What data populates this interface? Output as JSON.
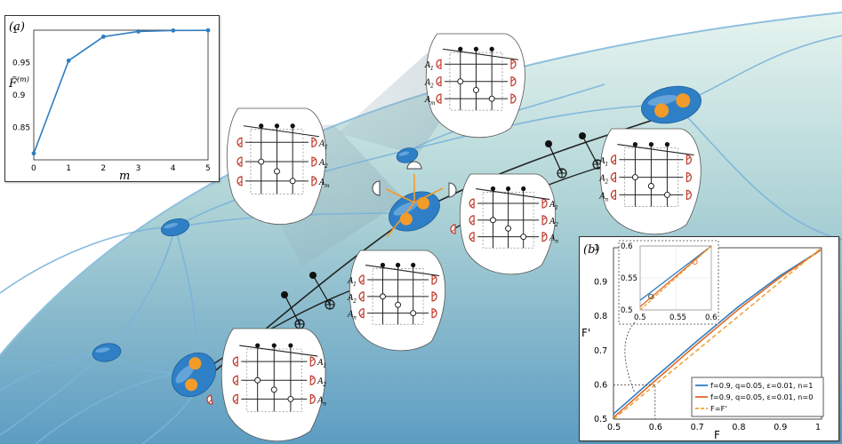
{
  "colors": {
    "sky_top": "#e4f3ee",
    "sky_bottom": "#5f9fc3",
    "node": "#2f7fc6",
    "qubit": "#f29b2a",
    "link": "#7ab3db",
    "channel": "#222222",
    "detector": "#c0392b",
    "series_n1": "#2f7ec0",
    "series_n0": "#e06a2a",
    "series_ref": "#eba43a"
  },
  "circuit_labels": {
    "left_top": [
      "A",
      "A",
      "A"
    ],
    "subs_m": [
      "1",
      "2",
      "m"
    ],
    "subs_n": [
      "1",
      "2",
      "n"
    ]
  },
  "panel_a": {
    "tag": "(a)",
    "ylabel": "F̃",
    "ylabel_sup": "(m)",
    "xlabel": "m"
  },
  "panel_b": {
    "tag": "(b)",
    "xlabel": "F",
    "ylabel": "F'"
  },
  "chart_data": [
    {
      "type": "line",
      "x": [
        0,
        1,
        2,
        3,
        4,
        5
      ],
      "series": [
        {
          "values": [
            0.81,
            0.953,
            0.99,
            0.998,
            0.9995,
            0.9998
          ]
        }
      ],
      "xlim": [
        0,
        5
      ],
      "ylim": [
        0.8,
        1.0
      ],
      "xticks": [
        "0",
        "1",
        "2",
        "3",
        "4",
        "5"
      ],
      "yticks": [
        "0.85",
        "0.9",
        "0.95",
        "1"
      ],
      "grid": true
    },
    {
      "type": "line",
      "xlim": [
        0.5,
        1.0
      ],
      "ylim": [
        0.5,
        1.0
      ],
      "xticks": [
        "0.5",
        "0.6",
        "0.7",
        "0.8",
        "0.9",
        "1"
      ],
      "yticks": [
        "0.5",
        "0.6",
        "0.7",
        "0.8",
        "0.9",
        "1"
      ],
      "grid": true,
      "legend_position": "bottom-right",
      "series": [
        {
          "name": "f=0.9, q=0.05, ε=0.01, n=1",
          "x": [
            0.5,
            0.6,
            0.7,
            0.8,
            0.9,
            1.0
          ],
          "y": [
            0.515,
            0.622,
            0.727,
            0.828,
            0.918,
            0.995
          ]
        },
        {
          "name": "f=0.9, q=0.05, ε=0.01, n=0",
          "x": [
            0.5,
            0.6,
            0.7,
            0.8,
            0.9,
            1.0
          ],
          "y": [
            0.505,
            0.612,
            0.718,
            0.82,
            0.913,
            0.995
          ]
        },
        {
          "name": "F=F'",
          "x": [
            0.5,
            1.0
          ],
          "y": [
            0.5,
            1.0
          ]
        }
      ],
      "inset": {
        "xlim": [
          0.5,
          0.6
        ],
        "ylim": [
          0.5,
          0.6
        ],
        "xticks": [
          "0.5",
          "0.55",
          "0.6"
        ],
        "yticks": [
          "0.5",
          "0.55",
          "0.6"
        ]
      }
    }
  ]
}
